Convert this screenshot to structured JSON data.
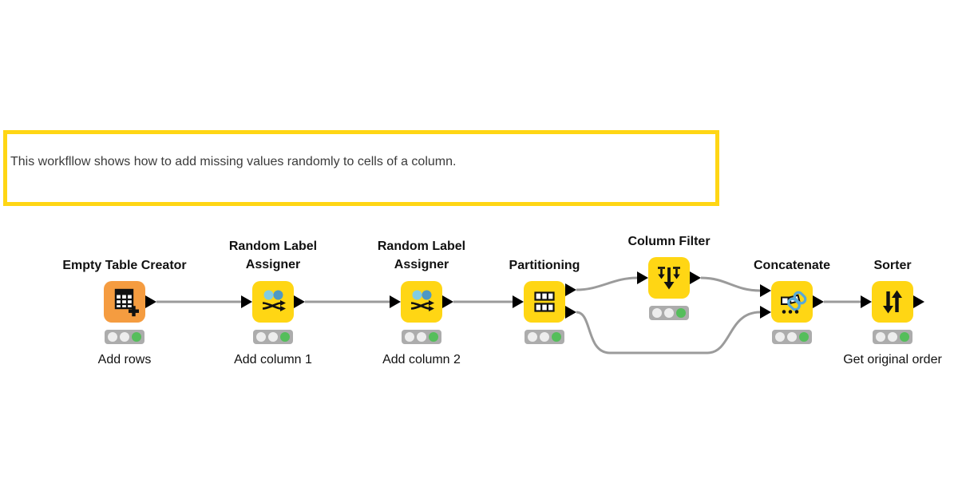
{
  "annotation": {
    "text": "This workfllow shows how to add missing values randomly to cells of a column.",
    "border_color": "#FFD614"
  },
  "nodes": [
    {
      "title": "Empty Table Creator",
      "sublabel": "Add rows",
      "icon": "table-plus-icon",
      "color": "#F59C40",
      "status": [
        "idle",
        "idle",
        "executed"
      ]
    },
    {
      "title": "Random Label Assigner",
      "sublabel": "Add column 1",
      "icon": "shuffle-icon",
      "color": "#FFD614",
      "status": [
        "idle",
        "idle",
        "executed"
      ]
    },
    {
      "title": "Random Label Assigner",
      "sublabel": "Add column 2",
      "icon": "shuffle-icon",
      "color": "#FFD614",
      "status": [
        "idle",
        "idle",
        "executed"
      ]
    },
    {
      "title": "Partitioning",
      "sublabel": "",
      "icon": "partition-tables-icon",
      "color": "#FFD614",
      "status": [
        "idle",
        "idle",
        "executed"
      ]
    },
    {
      "title": "Column Filter",
      "sublabel": "",
      "icon": "column-filter-arrows-icon",
      "color": "#FFD614",
      "status": [
        "idle",
        "idle",
        "executed"
      ]
    },
    {
      "title": "Concatenate",
      "sublabel": "",
      "icon": "concatenate-link-icon",
      "color": "#FFD614",
      "status": [
        "idle",
        "idle",
        "executed"
      ]
    },
    {
      "title": "Sorter",
      "sublabel": "Get original order",
      "icon": "sort-arrows-icon",
      "color": "#FFD614",
      "status": [
        "idle",
        "idle",
        "executed"
      ]
    }
  ],
  "connections": [
    {
      "from": 0,
      "to": 1
    },
    {
      "from": 1,
      "to": 2
    },
    {
      "from": 2,
      "to": 3
    },
    {
      "from": 3,
      "from_port": "top",
      "to": 4
    },
    {
      "from": 4,
      "to": 5,
      "to_port": "top"
    },
    {
      "from": 3,
      "from_port": "bottom",
      "to": 5,
      "to_port": "bottom"
    },
    {
      "from": 5,
      "to": 6
    }
  ],
  "colors": {
    "node_yellow": "#FFD614",
    "node_orange": "#F59C40",
    "wire_gray": "#9B9B9B",
    "port_black": "#000000",
    "status_background": "#ACACAC",
    "status_idle": "#EDEDED",
    "status_executed": "#55BE5B",
    "shuffle_circle_light_blue": "#82CCE3",
    "shuffle_circle_steel_blue": "#4E98C4",
    "chain_link_blue": "#58A9D7"
  }
}
